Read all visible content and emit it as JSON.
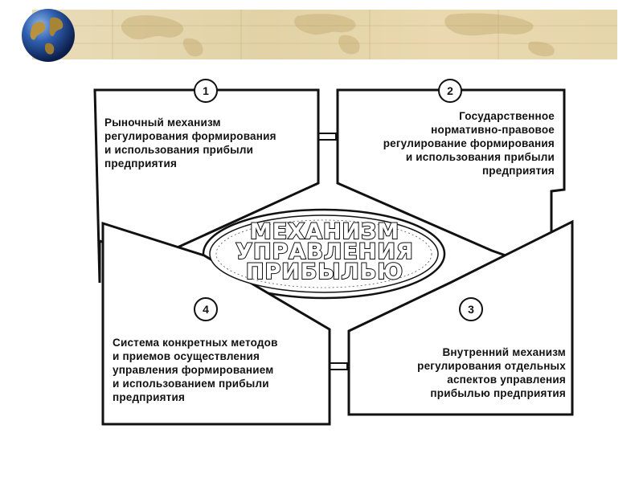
{
  "center": {
    "line1": "МЕХАНИЗМ",
    "line2": "УПРАВЛЕНИЯ",
    "line3": "ПРИБЫЛЬЮ"
  },
  "blocks": [
    {
      "number": "1",
      "text": "Рыночный механизм\nрегулирования формирования\nи использования прибыли\nпредприятия"
    },
    {
      "number": "2",
      "text": "Государственное\nнормативно-правовое\nрегулирование формирования\nи использования прибыли\nпредприятия"
    },
    {
      "number": "3",
      "text": "Внутренний механизм\nрегулирования отдельных\nаспектов управления\nприбылью предприятия"
    },
    {
      "number": "4",
      "text": "Система конкретных методов\nи приемов осуществления\nуправления формированием\nи использованием прибыли\nпредприятия"
    }
  ]
}
